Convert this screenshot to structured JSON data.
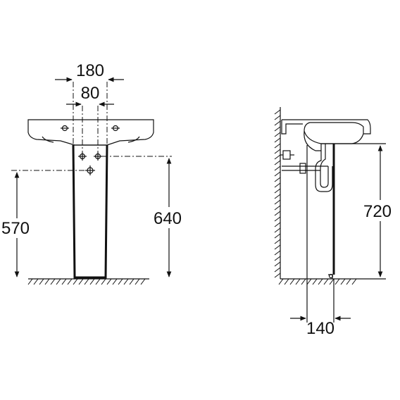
{
  "front_view": {
    "dimensions": {
      "tap_hole_spacing": "180",
      "fixing_spacing": "80",
      "waste_height": "570",
      "pedestal_height": "640"
    }
  },
  "side_view": {
    "dimensions": {
      "rim_height": "720",
      "pedestal_depth": "140"
    }
  }
}
